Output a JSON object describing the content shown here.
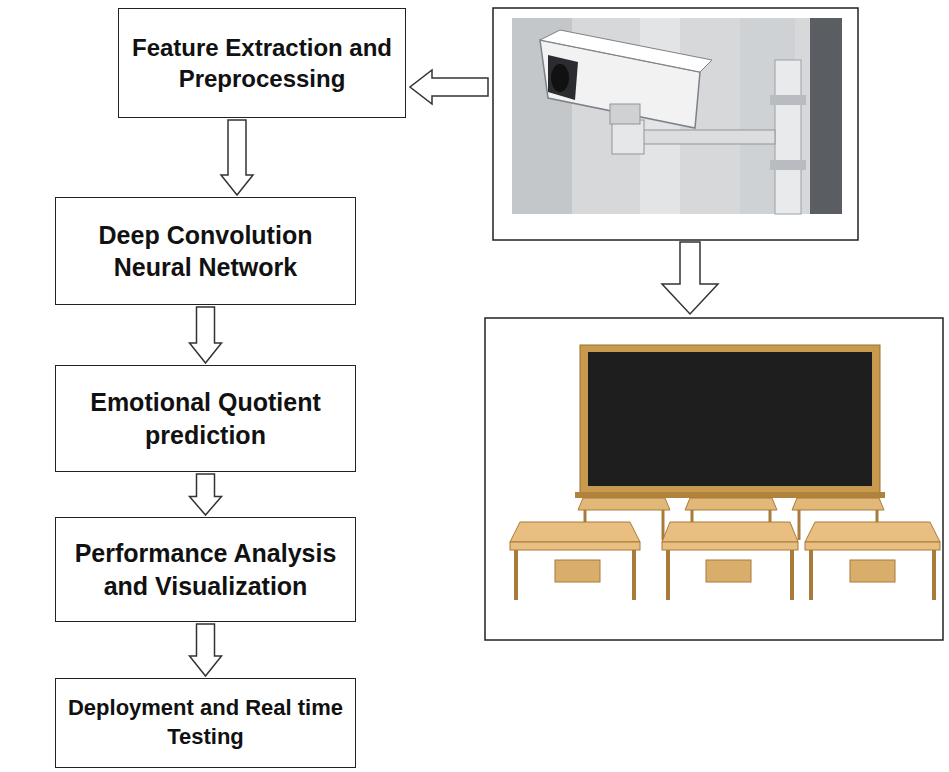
{
  "diagram": {
    "nodes": [
      {
        "text": [
          "Feature Extraction and Preprocessing"
        ]
      },
      {
        "text": [
          "Deep Convolution Neural Network"
        ]
      },
      {
        "text": [
          "Emotional Quotient prediction"
        ]
      },
      {
        "text": [
          "Performance Analysis and Visualization"
        ]
      },
      {
        "text": [
          "Deployment and Real time Testing"
        ]
      }
    ],
    "edges": [
      {
        "from": 0,
        "to": 1,
        "arrow": "to"
      },
      {
        "from": 1,
        "to": 2,
        "arrow": "to"
      },
      {
        "from": 2,
        "to": 3,
        "arrow": "to"
      },
      {
        "from": 3,
        "to": 4,
        "arrow": "to"
      }
    ]
  }
}
